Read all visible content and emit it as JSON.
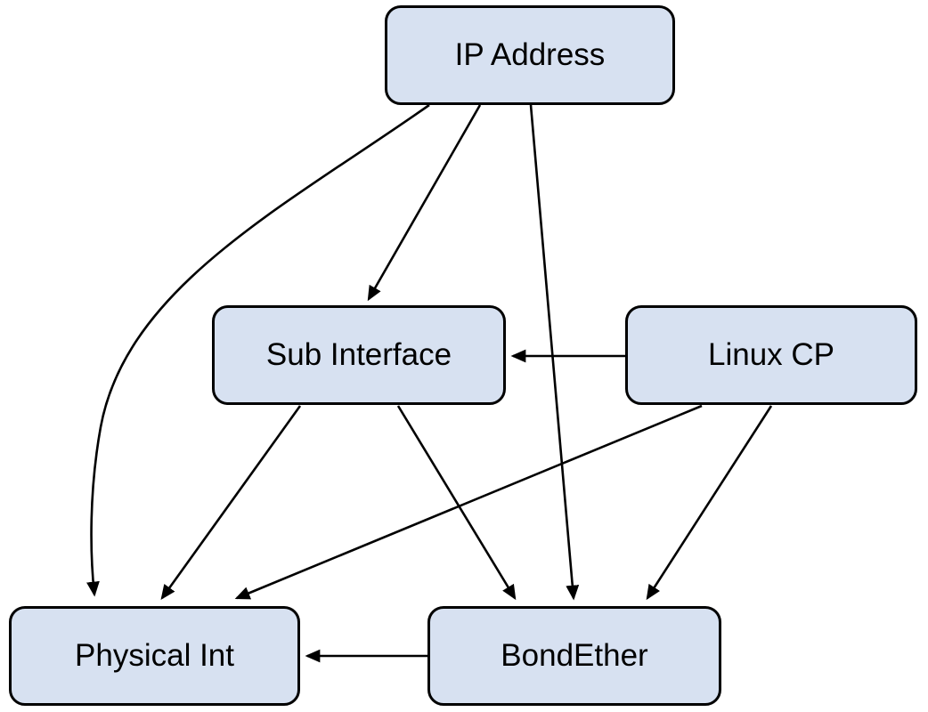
{
  "diagram": {
    "title": "",
    "background_color": "#ffffff",
    "node_fill_color": "#d7e1f1",
    "node_border_color": "#000000",
    "edge_color": "#000000",
    "text_color": "#000000",
    "nodes": [
      {
        "id": "ip-address",
        "label": "IP Address"
      },
      {
        "id": "sub-interface",
        "label": "Sub Interface"
      },
      {
        "id": "linux-cp",
        "label": "Linux CP"
      },
      {
        "id": "physical-int",
        "label": "Physical Int"
      },
      {
        "id": "bondether",
        "label": "BondEther"
      }
    ],
    "edges": [
      {
        "from": "ip-address",
        "to": "sub-interface"
      },
      {
        "from": "ip-address",
        "to": "physical-int"
      },
      {
        "from": "ip-address",
        "to": "bondether"
      },
      {
        "from": "linux-cp",
        "to": "sub-interface"
      },
      {
        "from": "linux-cp",
        "to": "physical-int"
      },
      {
        "from": "linux-cp",
        "to": "bondether"
      },
      {
        "from": "sub-interface",
        "to": "physical-int"
      },
      {
        "from": "sub-interface",
        "to": "bondether"
      },
      {
        "from": "bondether",
        "to": "physical-int"
      }
    ]
  }
}
